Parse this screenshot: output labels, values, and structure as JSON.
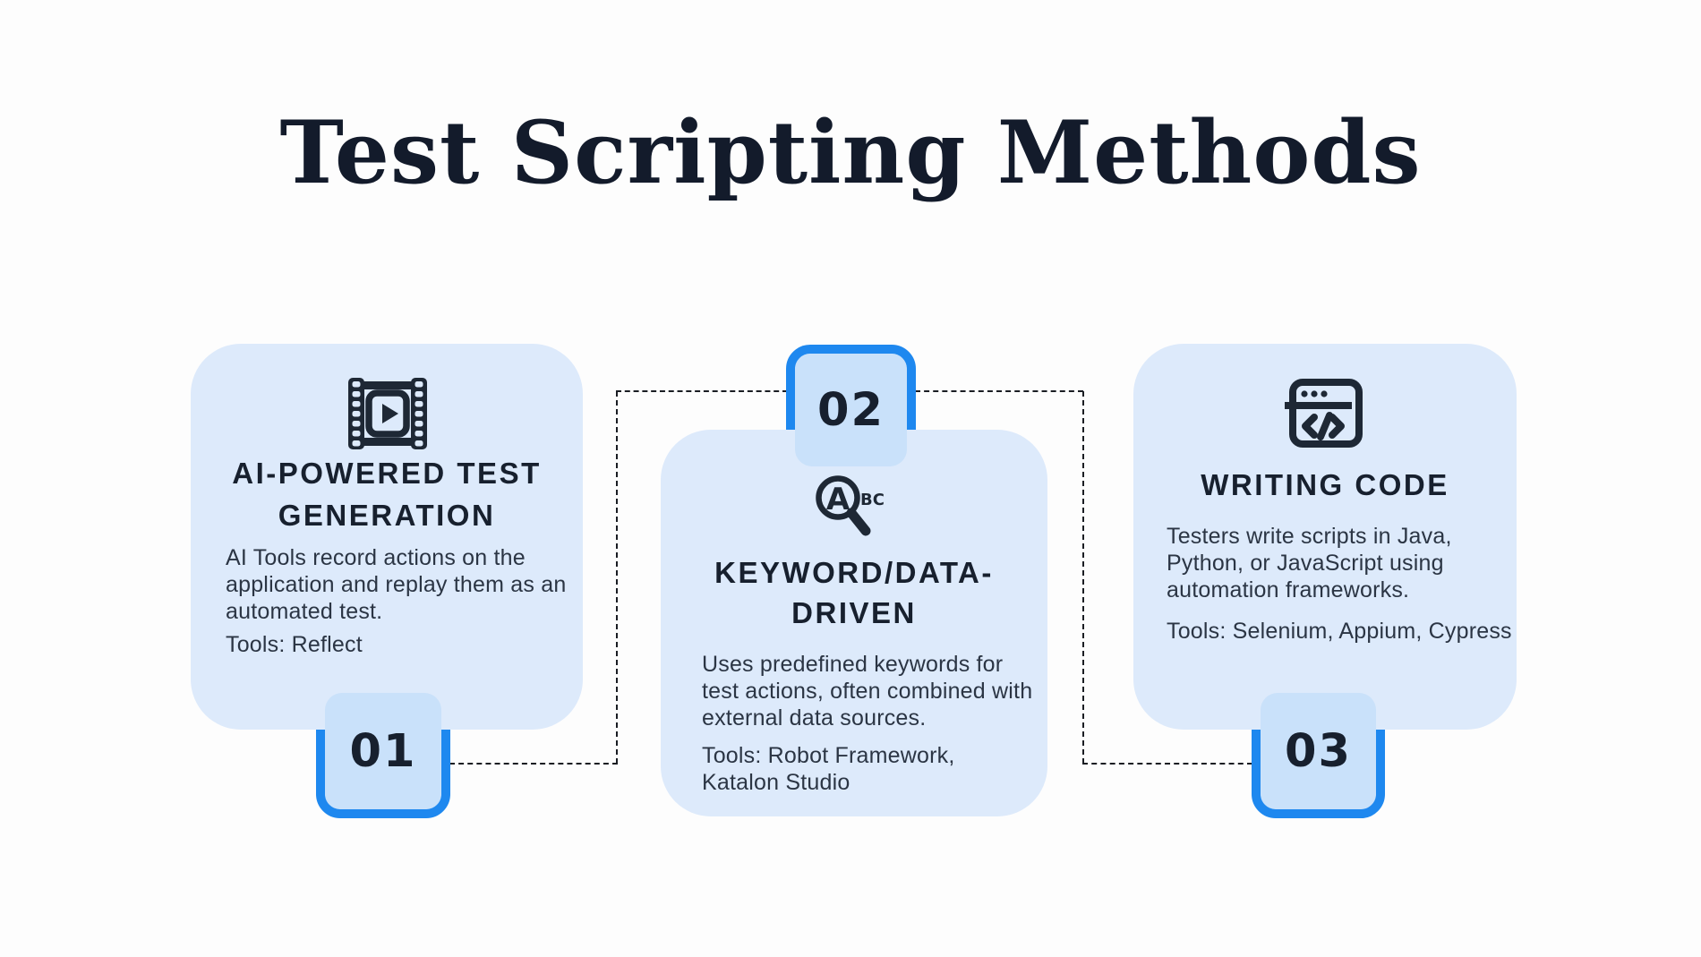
{
  "page": {
    "title": "Test Scripting Methods"
  },
  "colors": {
    "background": "#fdfdfd",
    "card_background": "#ddeafb",
    "badge_fill": "#c9e1fa",
    "badge_border": "#1e88ef",
    "heading_ink": "#17202e",
    "body_ink": "#2b3544",
    "title_ink": "#131b2b",
    "connector": "#1a1d23",
    "icon_ink": "#1e2835"
  },
  "cards": [
    {
      "number": "01",
      "icon": "film-strip-play-icon",
      "heading_lines": [
        "AI-POWERED TEST",
        "GENERATION"
      ],
      "body_lines": [
        "AI Tools record actions on the",
        "application and replay them as an",
        "automated test."
      ],
      "tools_lines": [
        "Tools: Reflect"
      ]
    },
    {
      "number": "02",
      "icon": "text-search-magnifier-icon",
      "icon_letters": {
        "a": "A",
        "bc": "BC"
      },
      "heading_lines": [
        "KEYWORD/DATA-",
        "DRIVEN"
      ],
      "body_lines": [
        "Uses predefined keywords for",
        "test actions, often combined with",
        "external data sources."
      ],
      "tools_lines": [
        "Tools: Robot Framework,",
        "Katalon Studio"
      ]
    },
    {
      "number": "03",
      "icon": "code-window-icon",
      "heading_lines": [
        "WRITING CODE"
      ],
      "body_lines": [
        "Testers write scripts in Java,",
        "Python, or JavaScript using",
        "automation frameworks."
      ],
      "tools_lines": [
        "Tools: Selenium, Appium, Cypress"
      ]
    }
  ]
}
